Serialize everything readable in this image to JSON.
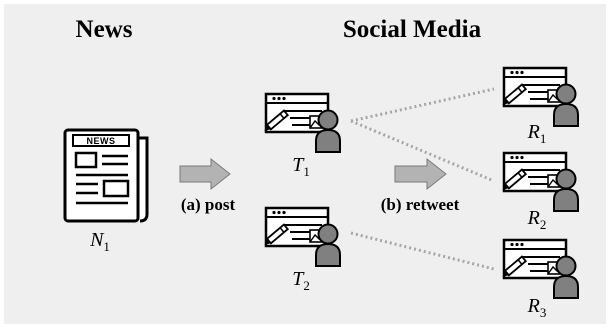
{
  "headers": {
    "news": "News",
    "social": "Social Media"
  },
  "arrow_labels": {
    "post": "(a) post",
    "retweet": "(b) retweet"
  },
  "newspaper": {
    "masthead": "NEWS"
  },
  "nodes": {
    "n1": {
      "base": "N",
      "sub": "1"
    },
    "t1": {
      "base": "T",
      "sub": "1"
    },
    "t2": {
      "base": "T",
      "sub": "2"
    },
    "r1": {
      "base": "R",
      "sub": "1"
    },
    "r2": {
      "base": "R",
      "sub": "2"
    },
    "r3": {
      "base": "R",
      "sub": "3"
    }
  },
  "colors": {
    "background": "#efefef",
    "arrow_fill": "#b3b3b3",
    "dots": "#a6a6a6",
    "person": "#808080",
    "ink": "#000000"
  },
  "icons": {
    "post": "post-user-icon",
    "newspaper": "newspaper-icon"
  }
}
